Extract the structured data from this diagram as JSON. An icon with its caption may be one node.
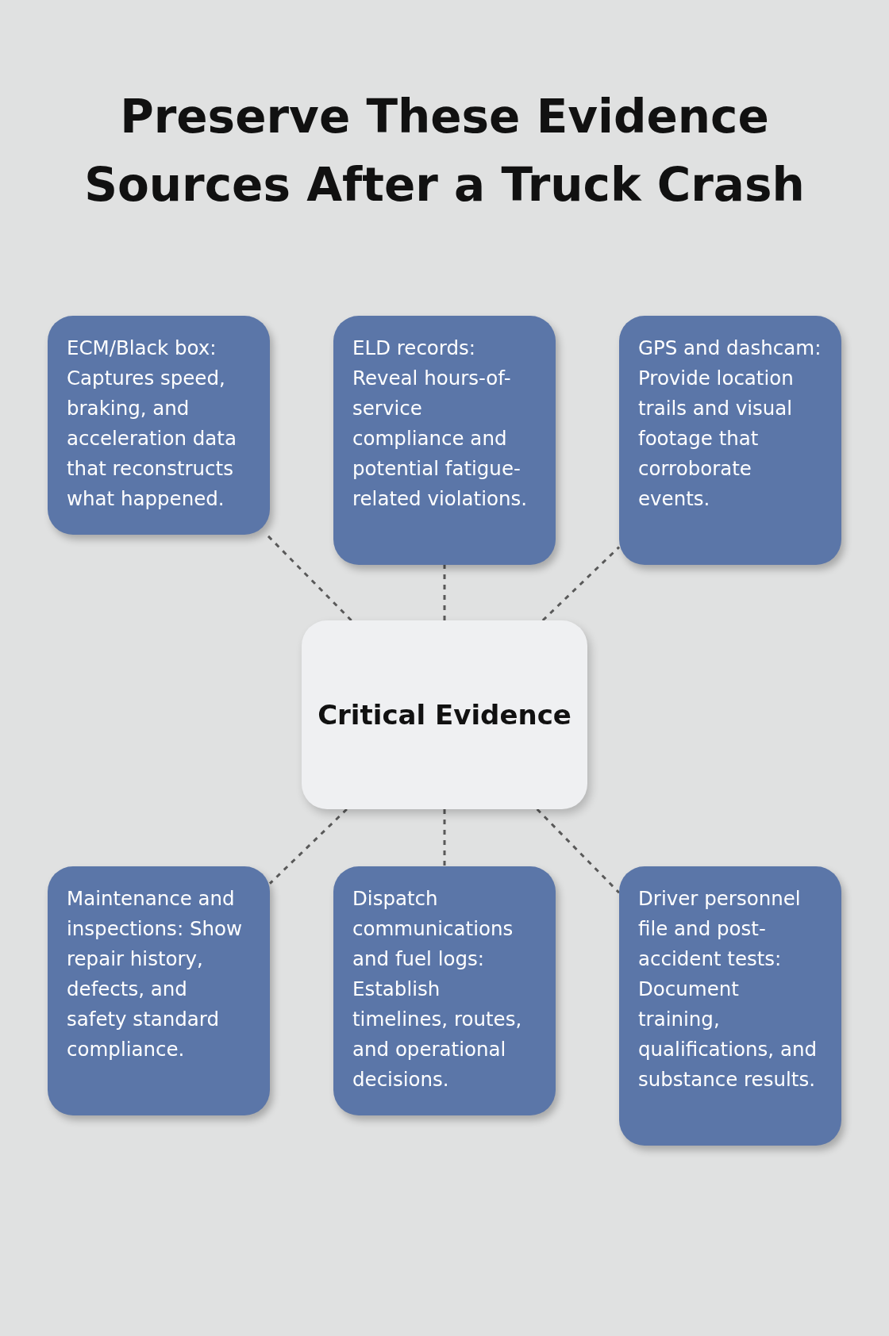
{
  "diagram": {
    "title": "Preserve These Evidence Sources After a Truck Crash",
    "nodes": [
      {
        "text": [
          "ECM/Black box: Captures speed, braking, and acceleration data that reconstructs what happened."
        ]
      },
      {
        "text": [
          "ELD records: Reveal hours-of-service compliance and potential fatigue-related violations."
        ]
      },
      {
        "text": [
          "GPS and dashcam: Provide location trails and visual footage that corroborate events."
        ]
      },
      {
        "text": [
          "Critical Evidence"
        ]
      },
      {
        "text": [
          "Maintenance and inspections: Show repair history, defects, and safety standard compliance."
        ]
      },
      {
        "text": [
          "Dispatch communications and fuel logs: Establish timelines, routes, and operational decisions."
        ]
      },
      {
        "text": [
          "Driver personnel file and post-accident tests: Document training, qualifications, and substance results."
        ]
      }
    ],
    "edges": [
      {
        "from": 3,
        "to": 0,
        "arrow": "none",
        "style": "dashed"
      },
      {
        "from": 3,
        "to": 1,
        "arrow": "none",
        "style": "dashed"
      },
      {
        "from": 3,
        "to": 2,
        "arrow": "none",
        "style": "dashed"
      },
      {
        "from": 3,
        "to": 4,
        "arrow": "none",
        "style": "dashed"
      },
      {
        "from": 3,
        "to": 5,
        "arrow": "none",
        "style": "dashed"
      },
      {
        "from": 3,
        "to": 6,
        "arrow": "none",
        "style": "dashed"
      }
    ]
  }
}
